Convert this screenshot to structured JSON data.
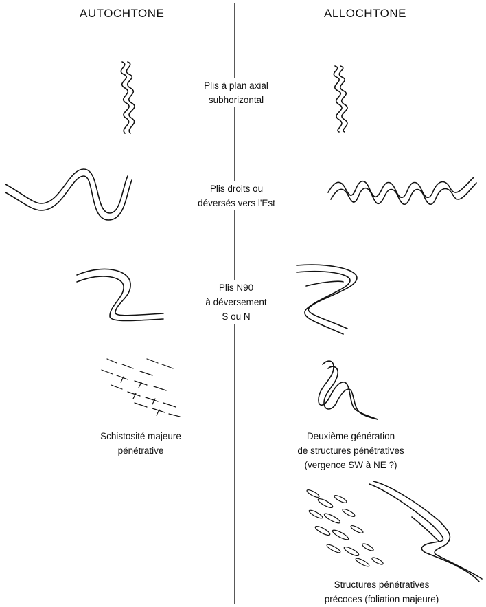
{
  "headers": {
    "left": "AUTOCHTONE",
    "right": "ALLOCHTONE"
  },
  "rows": [
    {
      "center": [
        "Plis à plan axial",
        "subhorizontal"
      ]
    },
    {
      "center": [
        "Plis droits ou",
        "déversés vers l'Est"
      ]
    },
    {
      "center": [
        "Plis N90",
        "à déversement",
        "S ou N"
      ]
    }
  ],
  "captions": {
    "autochtone_schistosity": [
      "Schistosité majeure",
      "pénétrative"
    ],
    "allochtone_second_generation": [
      "Deuxième génération",
      "de structures pénétratives",
      "(vergence SW à NE ?)"
    ],
    "allochtone_early_structures": [
      "Structures pénétratives",
      "précoces (foliation majeure)"
    ]
  }
}
